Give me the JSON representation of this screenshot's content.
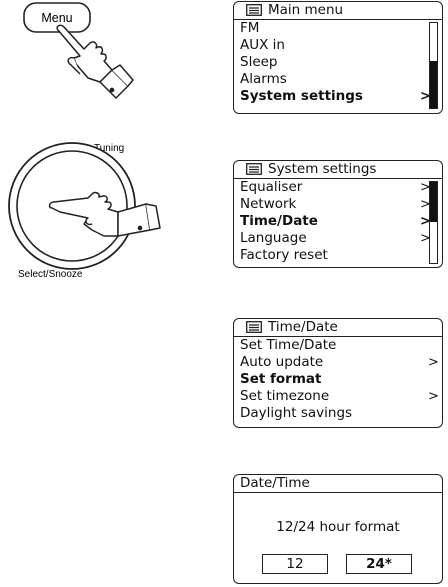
{
  "illustrations": {
    "menu_button_label": "Menu",
    "tuning_label": "Tuning",
    "select_label": "Select/Snooze"
  },
  "screens": [
    {
      "title": "Main menu",
      "items": [
        {
          "label": "FM",
          "arrow": "",
          "selected": false
        },
        {
          "label": "AUX in",
          "arrow": "",
          "selected": false
        },
        {
          "label": "Sleep",
          "arrow": "",
          "selected": false
        },
        {
          "label": "Alarms",
          "arrow": "",
          "selected": false
        },
        {
          "label": "System settings",
          "arrow": ">",
          "selected": true
        }
      ],
      "scroll_position": 1.0
    },
    {
      "title": "System settings",
      "items": [
        {
          "label": "Equaliser",
          "arrow": ">",
          "selected": false
        },
        {
          "label": "Network",
          "arrow": ">",
          "selected": false
        },
        {
          "label": "Time/Date",
          "arrow": ">",
          "selected": true
        },
        {
          "label": "Language",
          "arrow": ">",
          "selected": false
        },
        {
          "label": "Factory reset",
          "arrow": "",
          "selected": false
        }
      ],
      "scroll_position": 0.0
    },
    {
      "title": "Time/Date",
      "items": [
        {
          "label": "Set Time/Date",
          "arrow": "",
          "selected": false
        },
        {
          "label": "Auto update",
          "arrow": ">",
          "selected": false
        },
        {
          "label": "Set format",
          "arrow": "",
          "selected": true
        },
        {
          "label": "Set timezone",
          "arrow": ">",
          "selected": false
        },
        {
          "label": "Daylight savings",
          "arrow": "",
          "selected": false
        }
      ]
    }
  ],
  "dialog": {
    "title": "Date/Time",
    "prompt": "12/24 hour format",
    "options": [
      {
        "label": "12",
        "selected": false
      },
      {
        "label": "24*",
        "selected": true
      }
    ]
  }
}
